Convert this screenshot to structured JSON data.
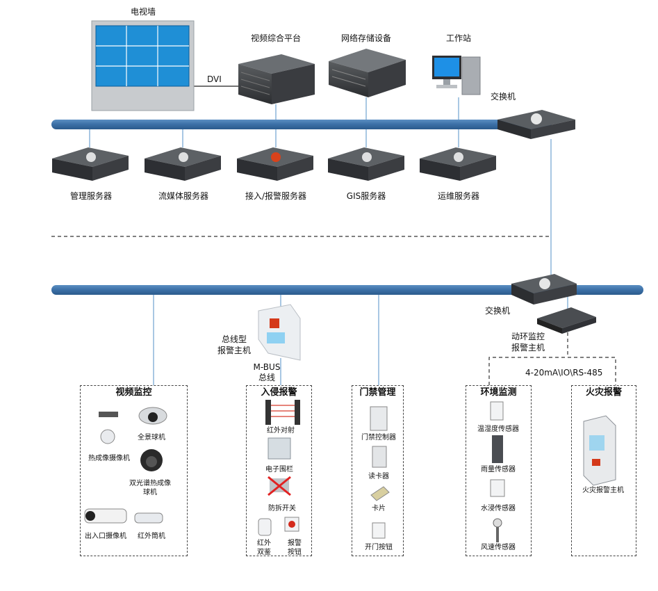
{
  "top": {
    "video_wall": "电视墙",
    "dvi": "DVI",
    "video_platform": "视频综合平台",
    "storage": "网络存储设备",
    "workstation": "工作站",
    "switch": "交换机"
  },
  "servers": [
    {
      "label": "管理服务器"
    },
    {
      "label": "流媒体服务器"
    },
    {
      "label": "接入/报警服务器"
    },
    {
      "label": "GIS服务器"
    },
    {
      "label": "运维服务器"
    }
  ],
  "bottom": {
    "switch": "交换机",
    "bus_alarm_host": [
      "总线型",
      "报警主机"
    ],
    "mbus": [
      "M-BUS",
      "总线"
    ],
    "env_host": [
      "动环监控",
      "报警主机"
    ],
    "protocols": "4-20mA\\IO\\RS-485"
  },
  "groups": {
    "video": {
      "title": "视频监控",
      "items": [
        "全景球机",
        "热成像摄像机",
        "双光谱热成像",
        "球机",
        "出入口摄像机",
        "红外筒机"
      ]
    },
    "intrusion": {
      "title": "入侵报警",
      "items": [
        "红外对射",
        "电子围栏",
        "防拆开关",
        "红外",
        "双鉴",
        "报警",
        "按钮"
      ]
    },
    "access": {
      "title": "门禁管理",
      "items": [
        "门禁控制器",
        "读卡器",
        "卡片",
        "开门按钮"
      ]
    },
    "env": {
      "title": "环境监测",
      "items": [
        "温湿度传感器",
        "雨量传感器",
        "水浸传感器",
        "风速传感器"
      ]
    },
    "fire": {
      "title": "火灾报警",
      "items": [
        "火灾报警主机"
      ]
    }
  }
}
